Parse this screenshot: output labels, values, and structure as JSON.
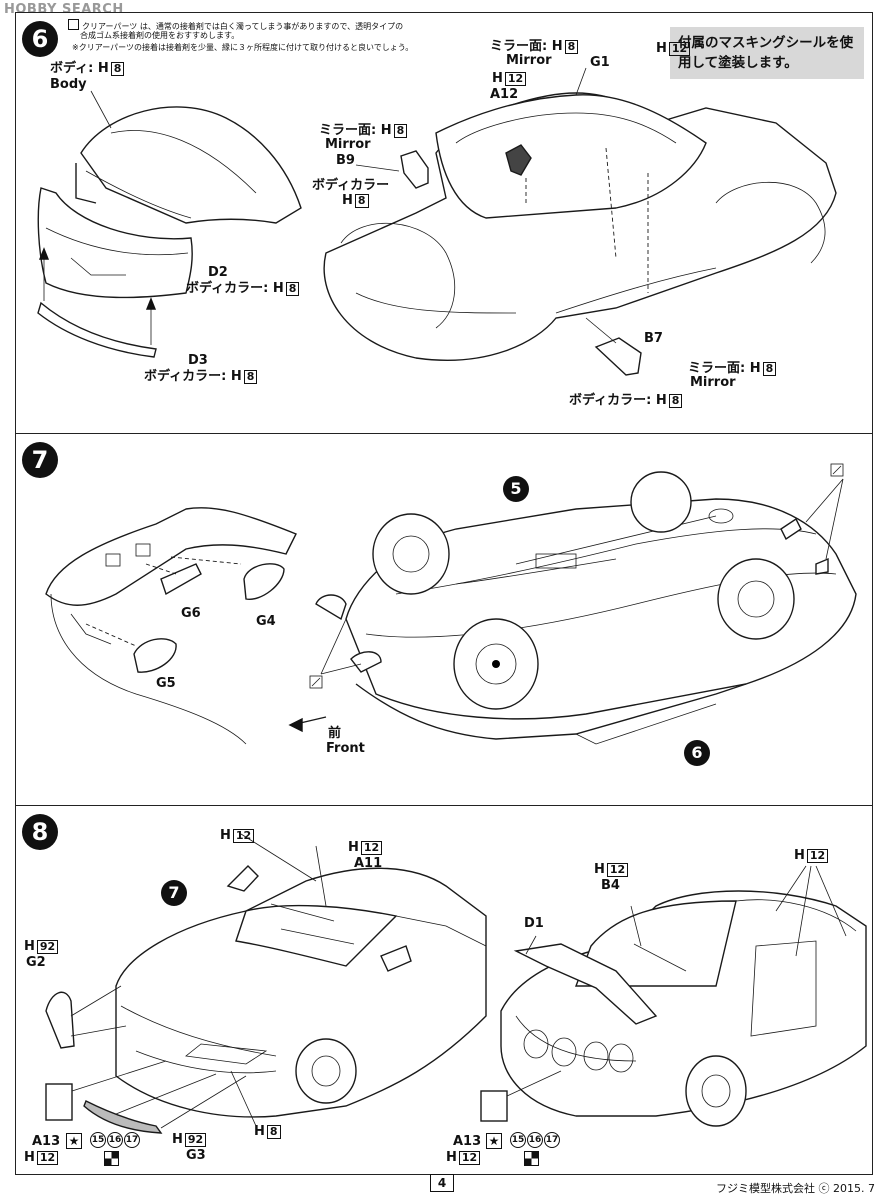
{
  "watermark": "HOBBY SEARCH",
  "steps": {
    "s6": {
      "number": "6",
      "note1": "クリアーパーツ は、通常の接着剤では白く濁ってしまう事がありますので、透明タイプの",
      "note2": "合成ゴム系接着剤の使用をおすすめします。",
      "note3": "※クリアーパーツの接着は接着剤を少量、縁に３ヶ所程度に付けて取り付けると良いでしょう。",
      "masking": "付属のマスキングシールを使用して塗装します。",
      "body_jp": "ボディ: H",
      "body_code": "8",
      "body_en": "Body",
      "d2": "D2",
      "d2_color": "ボディカラー: H",
      "d2_code": "8",
      "d3": "D3",
      "d3_color": "ボディカラー: H",
      "d3_code": "8",
      "mirror_top_jp": "ミラー面: H",
      "mirror_top_code": "8",
      "mirror_top_en": "Mirror",
      "h12_a": "H",
      "h12_a_code": "12",
      "a12_h": "H",
      "a12_code": "12",
      "a12": "A12",
      "g1": "G1",
      "mirror_b9_jp": "ミラー面: H",
      "mirror_b9_code": "8",
      "mirror_b9_en": "Mirror",
      "b9": "B9",
      "b9_color": "ボディカラー",
      "b9_h": "H",
      "b9_code": "8",
      "b7": "B7",
      "mirror_b7_jp": "ミラー面: H",
      "mirror_b7_code": "8",
      "mirror_b7_en": "Mirror",
      "b7_color": "ボディカラー: H",
      "b7_code": "8"
    },
    "s7": {
      "number": "7",
      "g6": "G6",
      "g4": "G4",
      "g5": "G5",
      "ref5": "5",
      "ref6": "6",
      "front_jp": "前",
      "front_en": "Front"
    },
    "s8": {
      "number": "8",
      "ref7": "7",
      "h12_l": "H",
      "h12_l_code": "12",
      "h12_m": "H",
      "h12_m_code": "12",
      "a11": "A11",
      "g2_h": "H",
      "g2_code": "92",
      "g2": "G2",
      "a13": "A13",
      "a13_h": "H",
      "a13_code": "12",
      "g3_h": "H",
      "g3_code": "92",
      "g3": "G3",
      "h8": "H",
      "h8_code": "8",
      "c15": "15",
      "c16": "16",
      "c17": "17",
      "b4_h": "H",
      "b4_code": "12",
      "b4": "B4",
      "h12_r": "H",
      "h12_r_code": "12",
      "d1": "D1",
      "a13r": "A13",
      "a13r_h": "H",
      "a13r_code": "12",
      "c15r": "15",
      "c16r": "16",
      "c17r": "17",
      "star": "★"
    }
  },
  "page_number": "4",
  "copyright": "フジミ模型株式会社 ⓒ 2015. 7"
}
